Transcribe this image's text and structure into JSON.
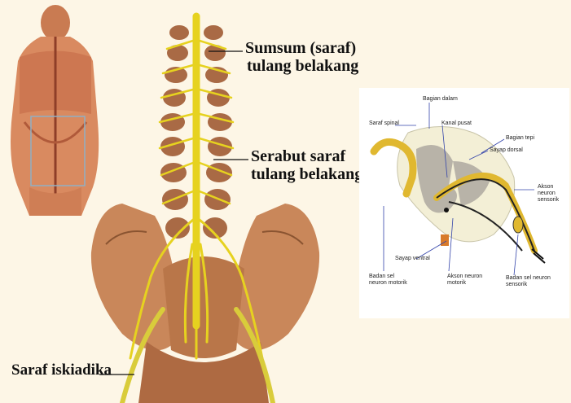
{
  "main_labels": {
    "spinal_cord": [
      "Sumsum (saraf)",
      "tulang belakang"
    ],
    "spinal_nerve_fibers": [
      "Serabut saraf",
      "tulang belakang"
    ],
    "sciatic_nerve": "Saraf iskiadika"
  },
  "cross_section": {
    "labels": {
      "inner_part": "Bagian dalam",
      "spinal_nerve": "Saraf spinal",
      "central_canal": "Kanal pusat",
      "outer_part": "Bagian tepi",
      "dorsal_wing": "Sayap dorsal",
      "sensory_axon": [
        "Akson",
        "neuron",
        "sensorik"
      ],
      "ventral_wing": "Sayap ventral",
      "motor_cell_body": [
        "Badan sel",
        "neuron motorik"
      ],
      "motor_axon": [
        "Akson neuron",
        "motorik"
      ],
      "sensory_cell_body": [
        "Badan sel neuron",
        "sensorik"
      ]
    }
  },
  "colors": {
    "background": "#fdf6e6",
    "bone": "#c9875a",
    "nerve": "#e6d21f",
    "skin": "#e08a5e",
    "gray_matter": "#b8b3a8",
    "white_matter": "#f3efd6"
  }
}
